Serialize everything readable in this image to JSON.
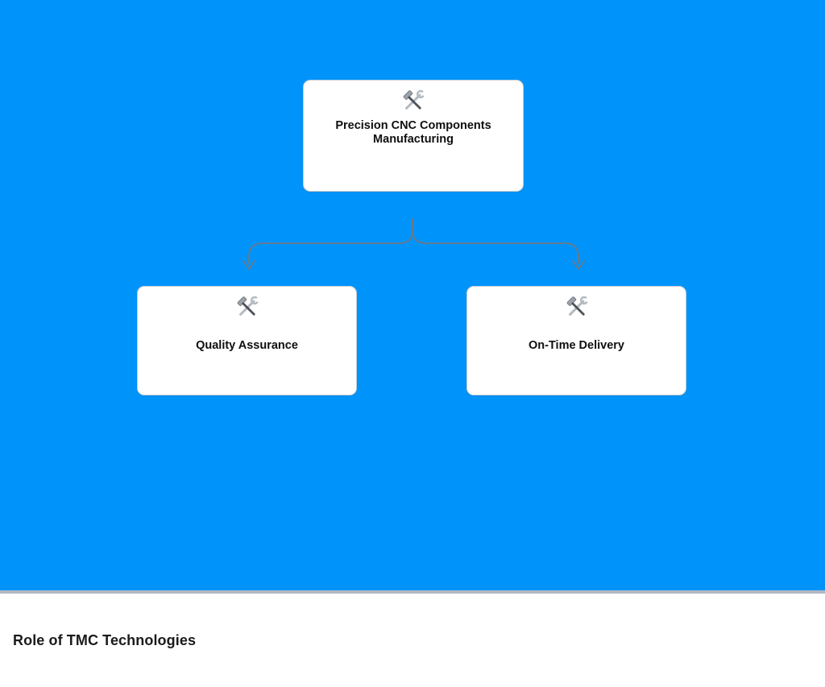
{
  "colors": {
    "background": "#0094fb",
    "node_background": "#ffffff",
    "node_border": "#c9cdd2",
    "edge": "#6d7984",
    "divider": "#b2b8c2",
    "text": "#0f0f0f"
  },
  "diagram": {
    "nodes": {
      "root": {
        "label_line1": "Precision CNC Components",
        "label_line2": "Manufacturing",
        "icon": "hammer-and-wrench"
      },
      "left": {
        "label": "Quality Assurance",
        "icon": "hammer-and-wrench"
      },
      "right": {
        "label": "On-Time Delivery",
        "icon": "hammer-and-wrench"
      }
    },
    "edges": [
      {
        "from": "Precision CNC Components Manufacturing",
        "to": "Quality Assurance"
      },
      {
        "from": "Precision CNC Components Manufacturing",
        "to": "On-Time Delivery"
      }
    ]
  },
  "footer": {
    "title": "Role of TMC Technologies"
  }
}
